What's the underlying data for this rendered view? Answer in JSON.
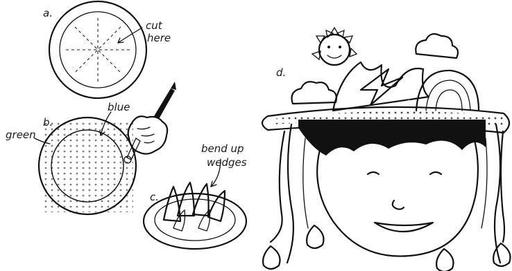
{
  "labels": {
    "step_a": "a.",
    "step_b": "b.",
    "step_c": "c.",
    "step_d": "d.",
    "cut_line1": "cut",
    "cut_line2": "here",
    "blue": "blue",
    "green": "green",
    "bend_line1": "bend up",
    "bend_line2": "wedges"
  }
}
